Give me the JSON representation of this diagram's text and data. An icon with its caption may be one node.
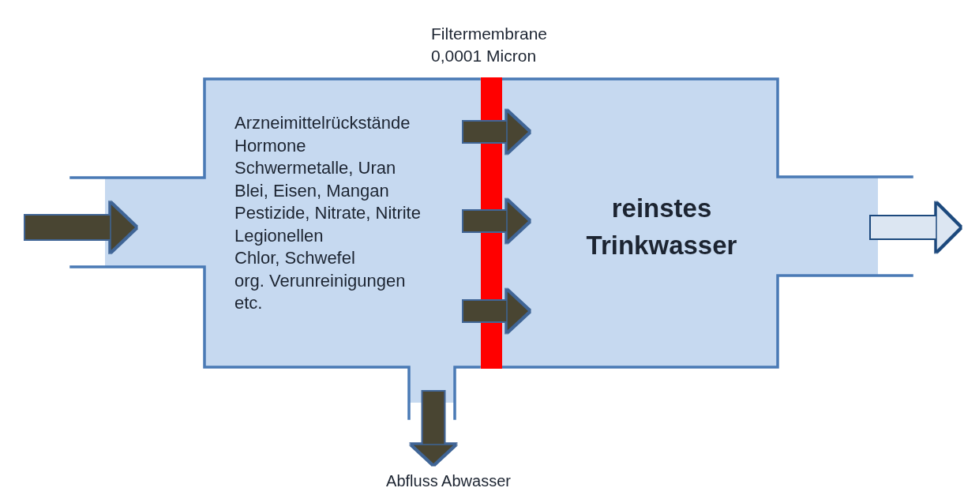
{
  "diagram": {
    "nodes": [
      {
        "text": [
          "Arzneimittelrückstände",
          "Hormone",
          "Schwermetalle, Uran",
          "Blei, Eisen, Mangan",
          "Pestizide, Nitrate, Nitrite",
          "Legionellen",
          "Chlor, Schwefel",
          "org. Verunreinigungen",
          "etc."
        ]
      },
      {
        "text": [
          "reinstes Trinkwasser"
        ]
      },
      {
        "text": [
          "Abfluss Abwasser"
        ]
      }
    ],
    "edges": [
      {
        "from": null,
        "to": 0,
        "arrow": "to"
      },
      {
        "from": 0,
        "to": 1,
        "arrow": "to"
      },
      {
        "from": 0,
        "to": 1,
        "arrow": "to"
      },
      {
        "from": 0,
        "to": 1,
        "arrow": "to"
      },
      {
        "from": 1,
        "to": null,
        "arrow": "to",
        "color": "#dce6f2"
      },
      {
        "from": 0,
        "to": 2,
        "arrow": "to"
      }
    ],
    "labels": [
      "Filtermembrane 0,0001 Micron"
    ]
  }
}
